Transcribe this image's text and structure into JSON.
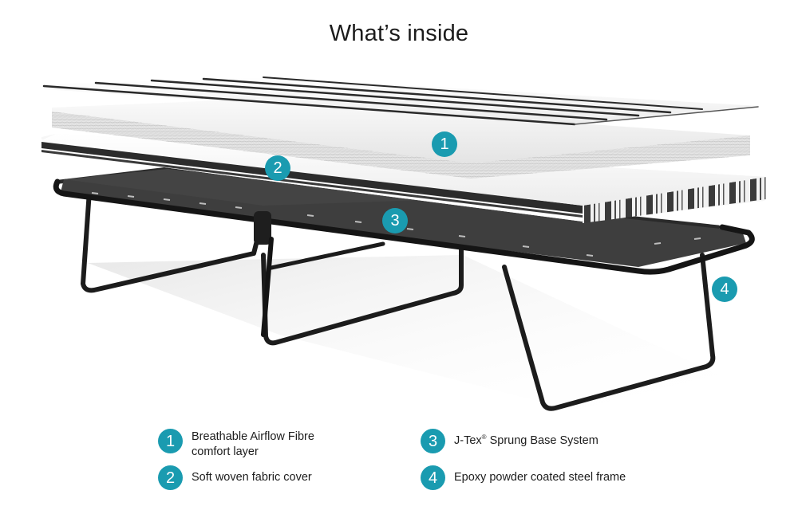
{
  "title": "What’s inside",
  "colors": {
    "badge": "#1a9bb0",
    "frame": "#1e1e1e",
    "base_fabric": "#3d3d3d",
    "mattress_white": "#f7f7f7",
    "stripe_dark": "#2b2b2b"
  },
  "illustration": {
    "callouts": [
      {
        "number": "1",
        "target": "comfort-layer"
      },
      {
        "number": "2",
        "target": "fabric-cover"
      },
      {
        "number": "3",
        "target": "sprung-base"
      },
      {
        "number": "4",
        "target": "steel-frame"
      }
    ]
  },
  "legend": {
    "items": [
      {
        "number": "1",
        "line1": "Breathable Airflow Fibre",
        "line2": "comfort layer"
      },
      {
        "number": "2",
        "line1": "Soft woven fabric cover"
      },
      {
        "number": "3",
        "prefix": "J-Tex",
        "reg": "®",
        "suffix": " Sprung Base System"
      },
      {
        "number": "4",
        "line1": "Epoxy powder coated steel frame"
      }
    ]
  }
}
